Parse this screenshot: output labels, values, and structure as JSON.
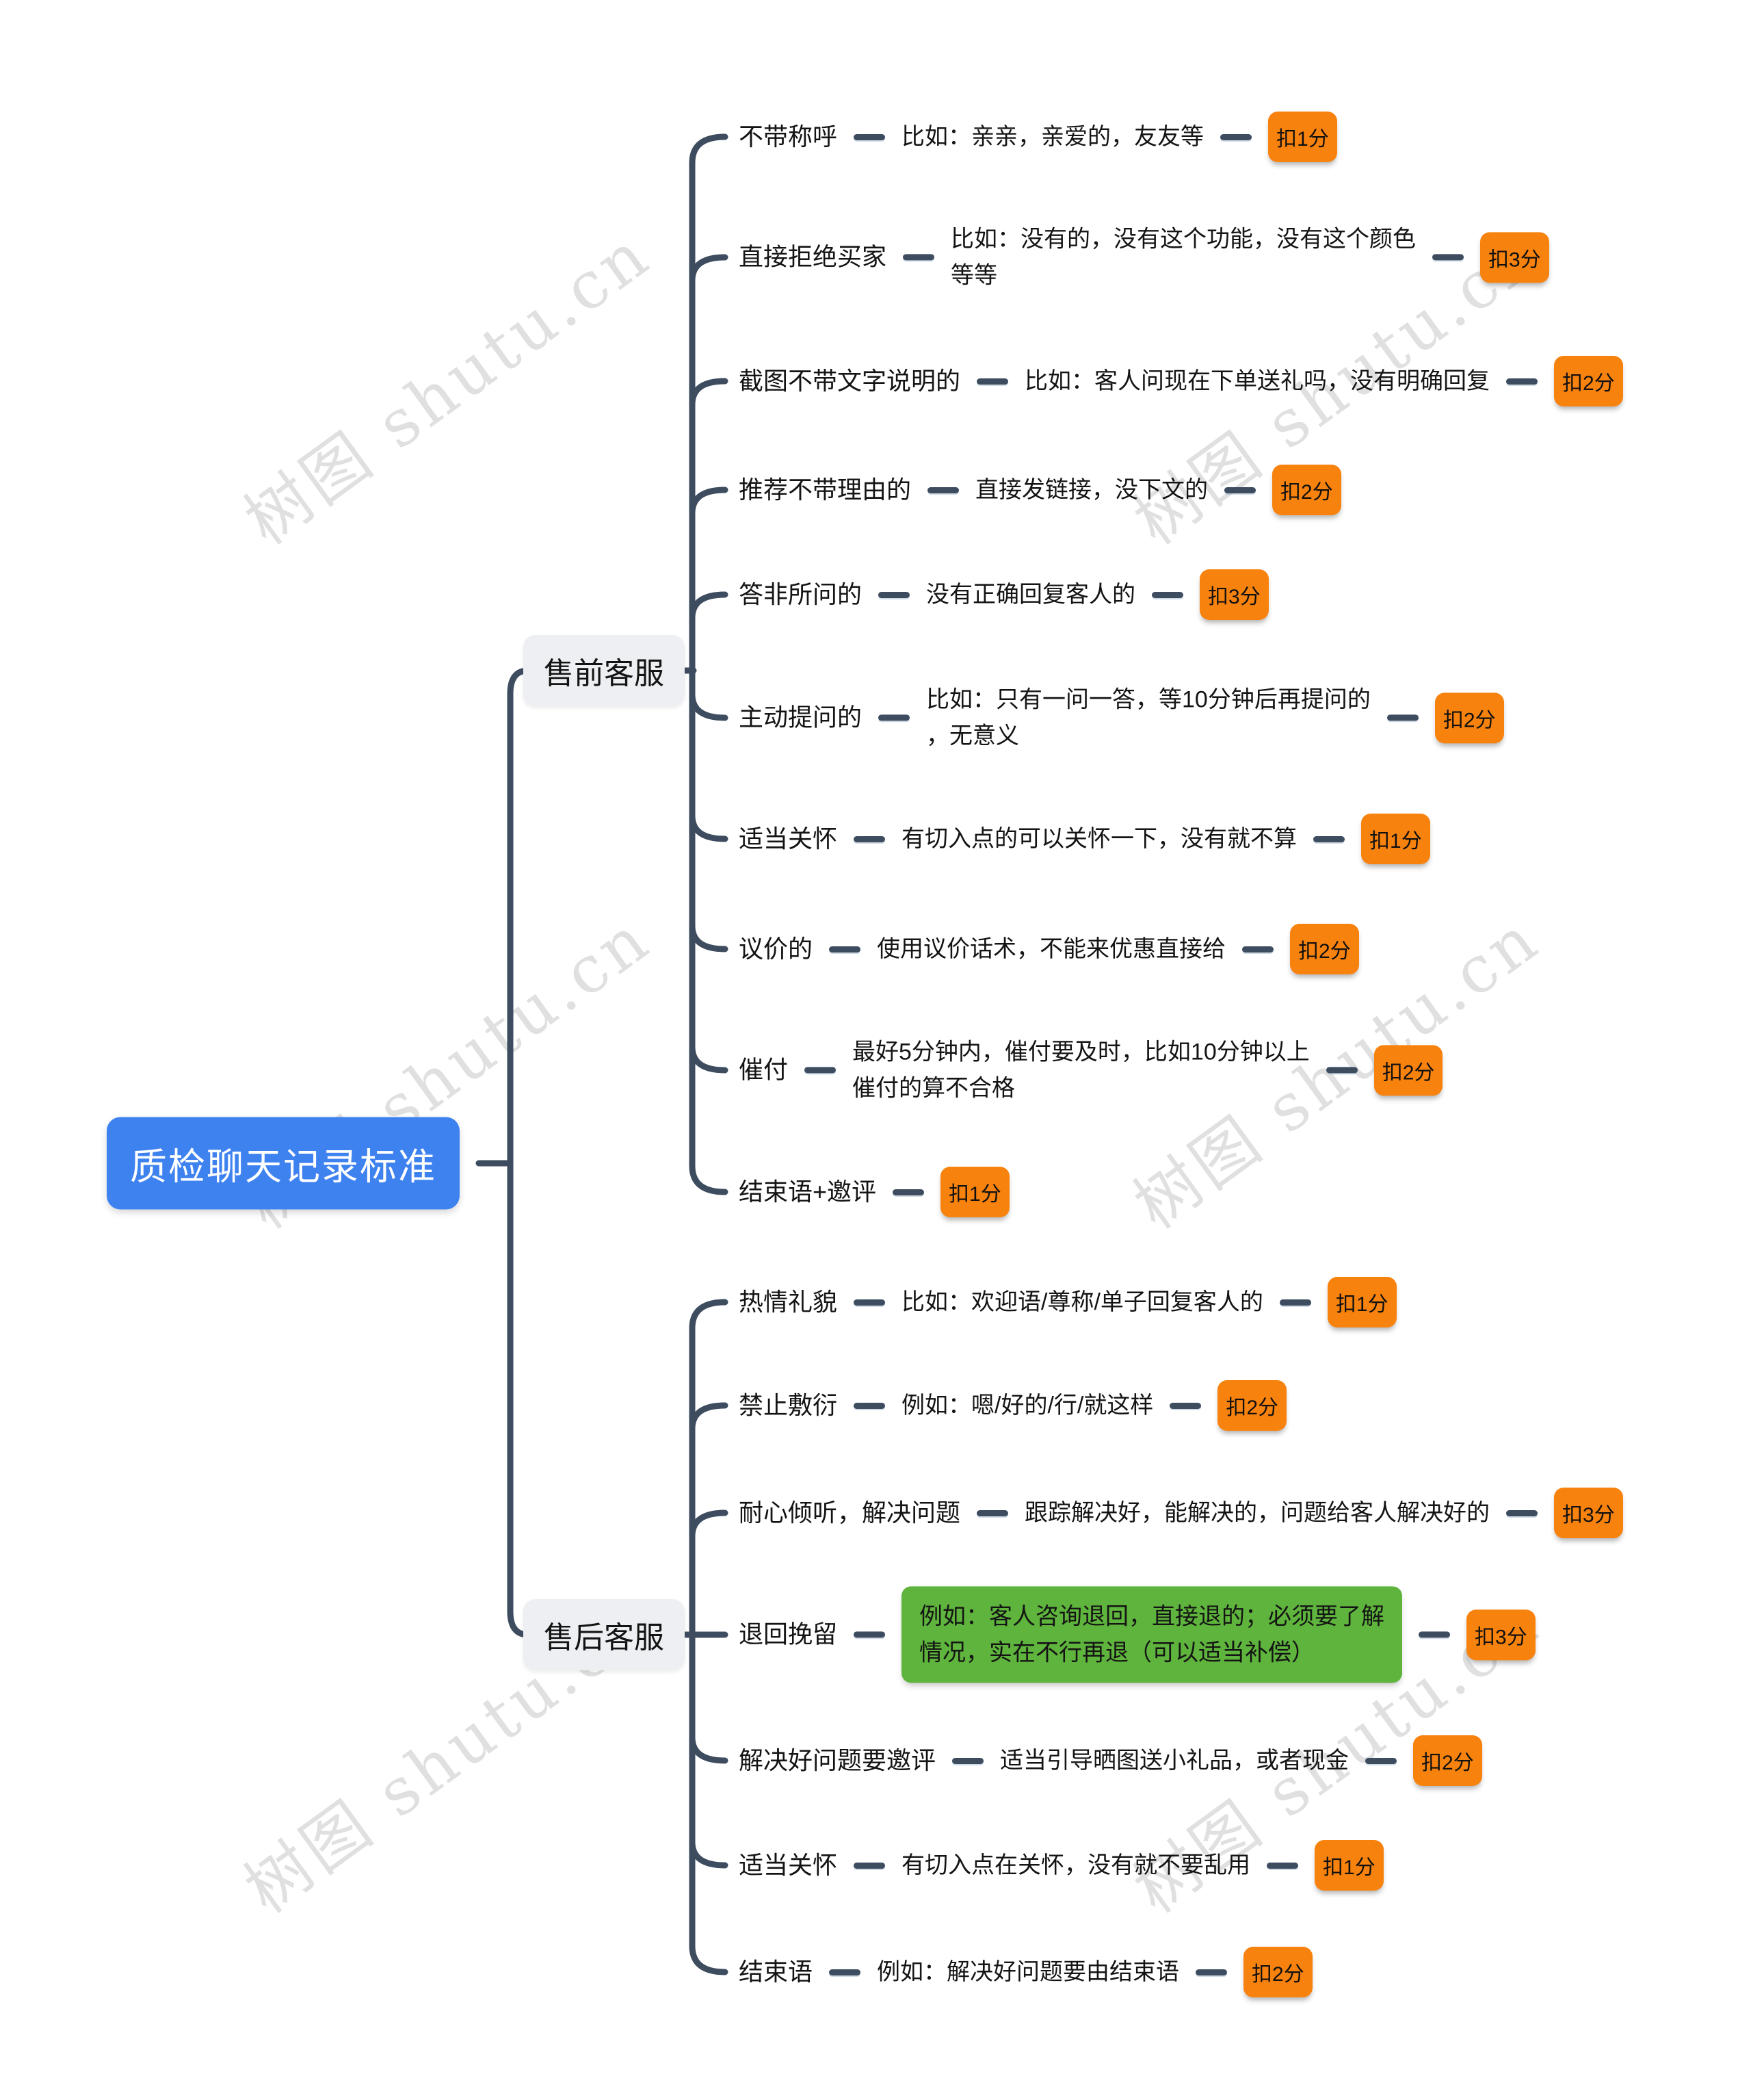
{
  "watermark": {
    "text": "树图 shutu.cn"
  },
  "colors": {
    "root_blue": "#3E82F0",
    "branch_gray": "#EDEFF2",
    "badge_orange": "#F8820E",
    "note_green": "#5EB43C",
    "edge_slate": "#3E4C60"
  },
  "root": {
    "label": "质检聊天记录标准"
  },
  "branches": [
    {
      "label": "售前客服",
      "leaves": [
        {
          "label": "不带称呼",
          "desc": "比如：亲亲，亲爱的，友友等",
          "badge": "扣1分"
        },
        {
          "label": "直接拒绝买家",
          "desc": "比如：没有的，没有这个功能，没有这个颜色\n等等",
          "badge": "扣3分"
        },
        {
          "label": "截图不带文字说明的",
          "desc": "比如：客人问现在下单送礼吗，没有明确回复",
          "badge": "扣2分"
        },
        {
          "label": "推荐不带理由的",
          "desc": "直接发链接，没下文的",
          "badge": "扣2分"
        },
        {
          "label": "答非所问的",
          "desc": "没有正确回复客人的",
          "badge": "扣3分"
        },
        {
          "label": "主动提问的",
          "desc": "比如：只有一问一答，等10分钟后再提问的\n，无意义",
          "badge": "扣2分"
        },
        {
          "label": "适当关怀",
          "desc": "有切入点的可以关怀一下，没有就不算",
          "badge": "扣1分"
        },
        {
          "label": "议价的",
          "desc": "使用议价话术，不能来优惠直接给",
          "badge": "扣2分"
        },
        {
          "label": "催付",
          "desc": "最好5分钟内，催付要及时，比如10分钟以上\n催付的算不合格",
          "badge": "扣2分"
        },
        {
          "label": "结束语+邀评",
          "desc": null,
          "badge": "扣1分"
        }
      ]
    },
    {
      "label": "售后客服",
      "leaves": [
        {
          "label": "热情礼貌",
          "desc": "比如：欢迎语/尊称/单子回复客人的",
          "badge": "扣1分"
        },
        {
          "label": "禁止敷衍",
          "desc": "例如：嗯/好的/行/就这样",
          "badge": "扣2分"
        },
        {
          "label": "耐心倾听，解决问题",
          "desc": "跟踪解决好，能解决的，问题给客人解决好的",
          "badge": "扣3分"
        },
        {
          "label": "退回挽留",
          "desc": "例如：客人咨询退回，直接退的；必须要了解\n情况，实在不行再退（可以适当补偿）",
          "badge": "扣3分"
        },
        {
          "label": "解决好问题要邀评",
          "desc": "适当引导晒图送小礼品，或者现金",
          "badge": "扣2分"
        },
        {
          "label": "适当关怀",
          "desc": "有切入点在关怀，没有就不要乱用",
          "badge": "扣1分"
        },
        {
          "label": "结束语",
          "desc": "例如：解决好问题要由结束语",
          "badge": "扣2分"
        }
      ]
    }
  ]
}
